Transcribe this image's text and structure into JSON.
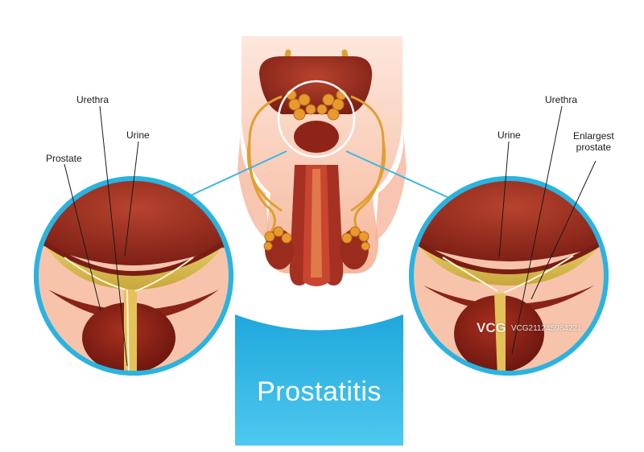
{
  "title": "Prostatitis",
  "labels": {
    "urethra_left": "Urethra",
    "urine_left": "Urine",
    "prostate_left": "Prostate",
    "urethra_right": "Urethra",
    "urine_right": "Urine",
    "enlarged_prostate_line1": "Enlargest",
    "enlarged_prostate_line2": "prostate"
  },
  "watermark": {
    "logo": "VCG",
    "id": "VCG211245984221"
  },
  "colors": {
    "accent_cyan": "#2bb3e0",
    "tissue_red": "#9c2a1e",
    "urine_yellow": "#d9c24a",
    "skin": "#f7c2a8"
  }
}
